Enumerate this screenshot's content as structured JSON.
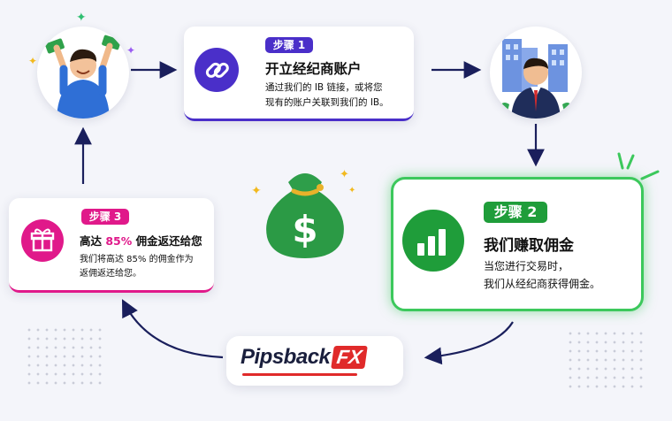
{
  "step1": {
    "badge": "步骤 1",
    "title": "开立经纪商账户",
    "desc_line1": "通过我们的 IB 链接，或将您",
    "desc_line2": "现有的账户关联到我们的 IB。",
    "icon": "link-icon",
    "color": "#4a2fc9"
  },
  "step2": {
    "badge": "步骤 2",
    "title": "我们赚取佣金",
    "desc_line1": "当您进行交易时，",
    "desc_line2": "我们从经纪商获得佣金。",
    "icon": "bar-chart-icon",
    "color": "#1f9d3a"
  },
  "step3": {
    "badge": "步骤 3",
    "title_prefix": "高达 ",
    "title_highlight": "85%",
    "title_suffix": " 佣金返还给您",
    "desc_line1": "我们将高达 85% 的佣金作为",
    "desc_line2": "返佣返还给您。",
    "icon": "gift-icon",
    "color": "#e0198a"
  },
  "logo": {
    "part1": "Pipsback",
    "part2": "FX"
  },
  "illustrations": {
    "happy_trader": "celebrating-person-icon",
    "broker": "businessman-office-icon",
    "money_bag": "money-bag-icon"
  }
}
